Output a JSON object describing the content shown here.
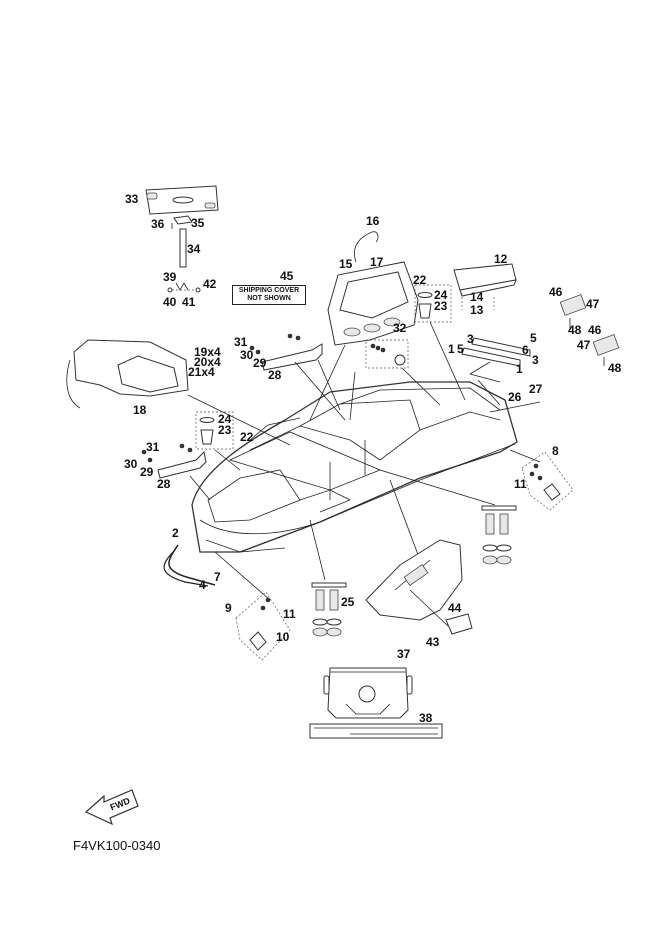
{
  "diagram": {
    "title_code": "F4VK100-0340",
    "fwd_label": "FWD",
    "note": {
      "callout": "45",
      "line1": "SHIPPING COVER",
      "line2": "NOT SHOWN"
    },
    "callouts": [
      {
        "id": "c33",
        "label": "33"
      },
      {
        "id": "c36",
        "label": "36"
      },
      {
        "id": "c35",
        "label": "35"
      },
      {
        "id": "c34",
        "label": "34"
      },
      {
        "id": "c39",
        "label": "39"
      },
      {
        "id": "c42",
        "label": "42"
      },
      {
        "id": "c40",
        "label": "40"
      },
      {
        "id": "c41",
        "label": "41"
      },
      {
        "id": "c16",
        "label": "16"
      },
      {
        "id": "c15",
        "label": "15"
      },
      {
        "id": "c17",
        "label": "17"
      },
      {
        "id": "c22a",
        "label": "22"
      },
      {
        "id": "c24a",
        "label": "24"
      },
      {
        "id": "c23a",
        "label": "23"
      },
      {
        "id": "c32",
        "label": "32"
      },
      {
        "id": "c12",
        "label": "12"
      },
      {
        "id": "c14",
        "label": "14"
      },
      {
        "id": "c13",
        "label": "13"
      },
      {
        "id": "c3a",
        "label": "3"
      },
      {
        "id": "c5a",
        "label": "5"
      },
      {
        "id": "c1a",
        "label": "1"
      },
      {
        "id": "c5b",
        "label": "5"
      },
      {
        "id": "c6",
        "label": "6"
      },
      {
        "id": "c3b",
        "label": "3"
      },
      {
        "id": "c1b",
        "label": "1"
      },
      {
        "id": "c46a",
        "label": "46"
      },
      {
        "id": "c47a",
        "label": "47"
      },
      {
        "id": "c48a",
        "label": "48"
      },
      {
        "id": "c46b",
        "label": "46"
      },
      {
        "id": "c47b",
        "label": "47"
      },
      {
        "id": "c48b",
        "label": "48"
      },
      {
        "id": "c31a",
        "label": "31"
      },
      {
        "id": "c30a",
        "label": "30"
      },
      {
        "id": "c29a",
        "label": "29"
      },
      {
        "id": "c28a",
        "label": "28"
      },
      {
        "id": "c19",
        "label": "19x4"
      },
      {
        "id": "c20",
        "label": "20x4"
      },
      {
        "id": "c21",
        "label": "21x4"
      },
      {
        "id": "c18",
        "label": "18"
      },
      {
        "id": "c24b",
        "label": "24"
      },
      {
        "id": "c23b",
        "label": "23"
      },
      {
        "id": "c22b",
        "label": "22"
      },
      {
        "id": "c31b",
        "label": "31"
      },
      {
        "id": "c30b",
        "label": "30"
      },
      {
        "id": "c29b",
        "label": "29"
      },
      {
        "id": "c28b",
        "label": "28"
      },
      {
        "id": "c27",
        "label": "27"
      },
      {
        "id": "c26",
        "label": "26"
      },
      {
        "id": "c8",
        "label": "8"
      },
      {
        "id": "c11a",
        "label": "11"
      },
      {
        "id": "c2",
        "label": "2"
      },
      {
        "id": "c7",
        "label": "7"
      },
      {
        "id": "c4",
        "label": "4"
      },
      {
        "id": "c9",
        "label": "9"
      },
      {
        "id": "c11b",
        "label": "11"
      },
      {
        "id": "c10",
        "label": "10"
      },
      {
        "id": "c25",
        "label": "25"
      },
      {
        "id": "c44",
        "label": "44"
      },
      {
        "id": "c43",
        "label": "43"
      },
      {
        "id": "c37",
        "label": "37"
      },
      {
        "id": "c38",
        "label": "38"
      }
    ]
  }
}
